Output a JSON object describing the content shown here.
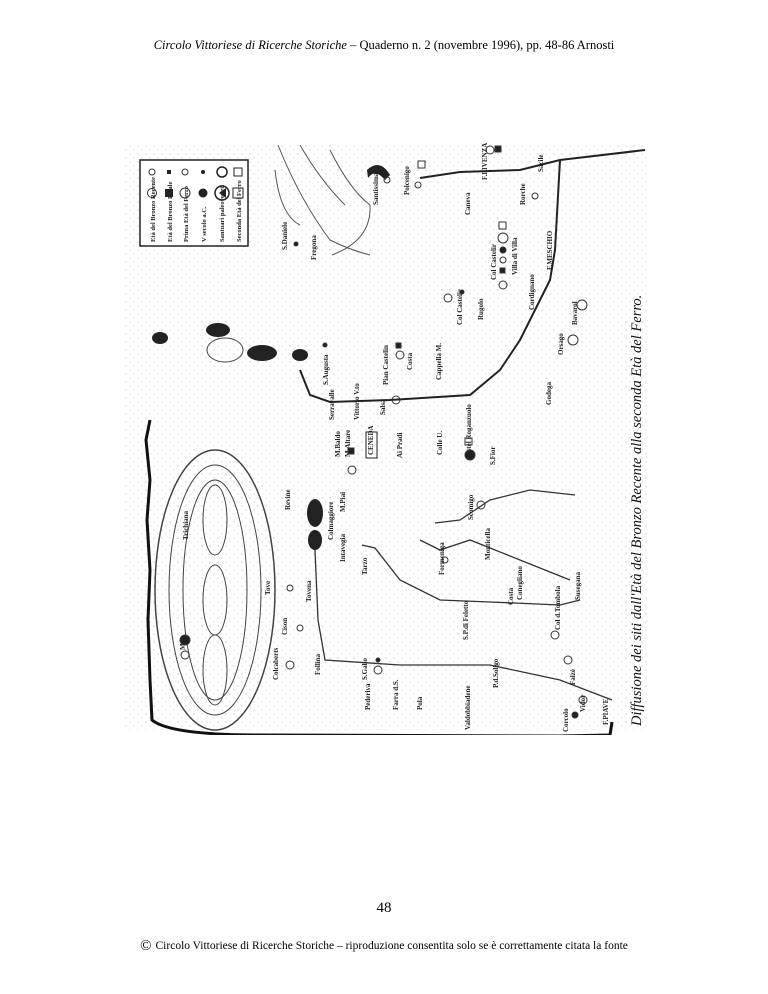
{
  "header": {
    "journal": "Circolo Vittoriese di Ricerche Storiche",
    "issue": " – Quaderno n. 2 (novembre 1996), pp. 48-86 Arnosti"
  },
  "map": {
    "caption": "Diffusione dei siti dall'Età del Bronzo Recente alla seconda Età del Ferro.",
    "legend": [
      "Età del Bronzo Recente",
      "Età del Bronzo Finale",
      "Prima Età del Ferro",
      "V secolo a.C.",
      "Santuari paleoveneti",
      "Seconda Età del Ferro"
    ],
    "labels": [
      "S.Daniele",
      "Fregona",
      "S.Augusta",
      "Serravalle",
      "Vittorio V.to",
      "Salsa",
      "Pian Castelin",
      "Costa",
      "Cappella M.",
      "Col Castelir",
      "Rugolo",
      "Col Castelir",
      "Villa di Villa",
      "Cordignano",
      "Caneva",
      "Rorche",
      "Sacile",
      "F.LIVENZA",
      "Polcenigo",
      "Santissima",
      "F.MESCHIO",
      "Orsago",
      "Bavarol",
      "Godega",
      "Colle U.",
      "Castel Roganzuolo",
      "S.Fior",
      "CENEDA",
      "Ai Pradi",
      "M.Altare",
      "M.Baldo",
      "M.Piai",
      "Revine",
      "Colmaggiore",
      "Intavegia",
      "Tarzo",
      "Formeniga",
      "Scomigo",
      "Monticella",
      "Conegliano",
      "Costa",
      "Col d.Tombola",
      "Susegana",
      "Trichiana",
      "Mel",
      "Tove",
      "Tovena",
      "Cison",
      "Colcaberts",
      "Follina",
      "S.Gallo",
      "Farra d.S.",
      "Pola",
      "Pederiva",
      "P.d.Soligo",
      "S.P.di Feletto",
      "Falzè",
      "Vidor",
      "F.PIAVE",
      "Corcolo",
      "Valdobbiadene"
    ]
  },
  "page_number": "48",
  "footer": {
    "copyright_symbol": "©",
    "text": "Circolo Vittoriese di Ricerche Storiche – riproduzione consentita solo se è correttamente citata la fonte"
  }
}
